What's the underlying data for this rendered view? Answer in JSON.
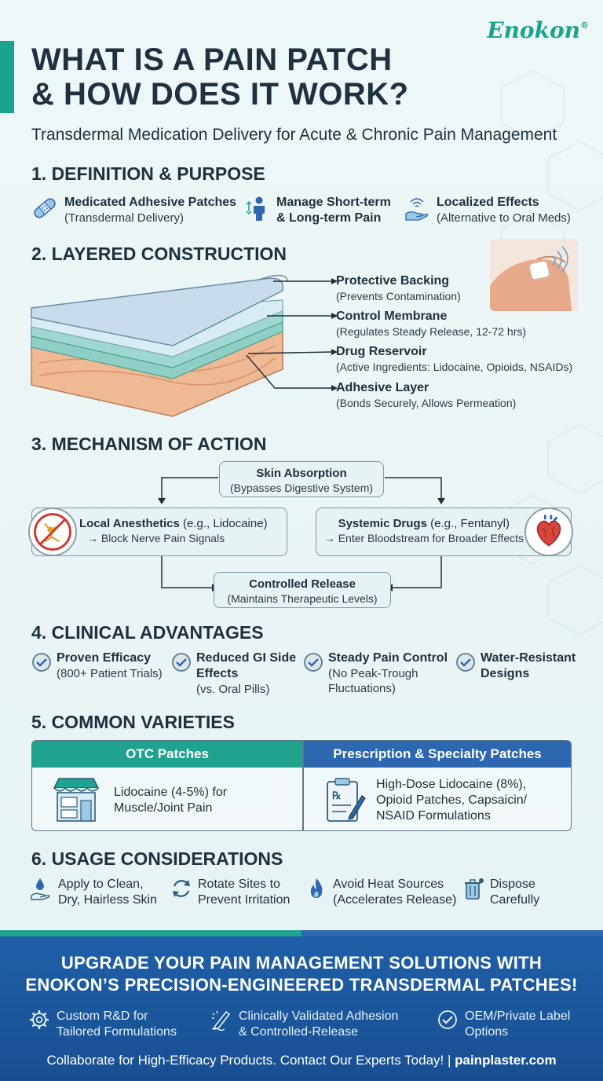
{
  "brand": {
    "name": "Enokon",
    "mark": "®"
  },
  "header": {
    "title_line1": "WHAT IS A PAIN PATCH",
    "title_line2": "& HOW DOES IT WORK?",
    "subtitle": "Transdermal Medication Delivery for Acute & Chronic Pain Management"
  },
  "definition": {
    "heading": "1. DEFINITION & PURPOSE",
    "items": [
      {
        "line1": "Medicated Adhesive Patches",
        "line2": "(Transdermal Delivery)",
        "icon": "bandage-icon"
      },
      {
        "line1": "Manage Short-term",
        "line2": "& Long-term Pain",
        "icon": "person-icon"
      },
      {
        "line1": "Localized Effects",
        "line2": "(Alternative to Oral Meds)",
        "icon": "hand-waves-icon"
      }
    ]
  },
  "construction": {
    "heading": "2. LAYERED CONSTRUCTION",
    "layers": [
      {
        "name": "Protective Backing",
        "desc": "(Prevents Contamination)"
      },
      {
        "name": "Control Membrane",
        "desc": "(Regulates Steady Release, 12-72 hrs)"
      },
      {
        "name": "Drug Reservoir",
        "desc": "(Active Ingredients: Lidocaine, Opioids, NSAIDs)"
      },
      {
        "name": "Adhesive Layer",
        "desc": "(Bonds Securely, Allows Permeation)"
      }
    ]
  },
  "mechanism": {
    "heading": "3. MECHANISM OF ACTION",
    "absorption": {
      "title": "Skin Absorption",
      "desc": "(Bypasses Digestive System)"
    },
    "local": {
      "title": "Local Anesthetics",
      "title_suffix": " (e.g., Lidocaine)",
      "desc": "→ Block Nerve Pain Signals"
    },
    "systemic": {
      "title": "Systemic Drugs",
      "title_suffix": " (e.g., Fentanyl)",
      "desc": "→ Enter Bloodstream for Broader Effects"
    },
    "release": {
      "title": "Controlled Release",
      "desc": "(Maintains Therapeutic Levels)"
    }
  },
  "advantages": {
    "heading": "4. CLINICAL ADVANTAGES",
    "items": [
      {
        "line1": "Proven Efficacy",
        "line2": "",
        "line3": "(800+ Patient Trials)",
        "line4": ""
      },
      {
        "line1": "Reduced GI Side",
        "line2": "Effects",
        "line3": "(vs. Oral Pills)",
        "line4": ""
      },
      {
        "line1": "Steady Pain Control",
        "line2": "",
        "line3": "(No Peak-Trough",
        "line4": "Fluctuations)"
      },
      {
        "line1": "Water-Resistant",
        "line2": "Designs",
        "line3": "",
        "line4": ""
      }
    ]
  },
  "varieties": {
    "heading": "5. COMMON VARIETIES",
    "otc": {
      "header": "OTC Patches",
      "line1": "Lidocaine (4-5%) for",
      "line2": "Muscle/Joint Pain"
    },
    "rx": {
      "header": "Prescription & Specialty Patches",
      "line1": "High-Dose Lidocaine (8%),",
      "line2": "Opioid Patches, Capsaicin/",
      "line3": "NSAID Formulations"
    }
  },
  "usage": {
    "heading": "6. USAGE CONSIDERATIONS",
    "items": [
      {
        "line1": "Apply to Clean,",
        "line2": "Dry, Hairless Skin",
        "icon": "drop-hand-icon"
      },
      {
        "line1": "Rotate Sites to",
        "line2": "Prevent Irritation",
        "icon": "rotate-icon"
      },
      {
        "line1": "Avoid Heat Sources",
        "line2": "(Accelerates Release)",
        "icon": "flame-icon"
      },
      {
        "line1": "Dispose",
        "line2": "Carefully",
        "icon": "trash-icon"
      }
    ]
  },
  "footer": {
    "cta_line1": "UPGRADE YOUR PAIN MANAGEMENT SOLUTIONS WITH",
    "cta_line2": "ENOKON’S PRECISION-ENGINEERED TRANSDERMAL PATCHES!",
    "features": [
      {
        "line1": "Custom R&D for",
        "line2": "Tailored Formulations",
        "icon": "gear-icon"
      },
      {
        "line1": "Clinically Validated Adhesion",
        "line2": "& Controlled-Release",
        "icon": "pen-icon"
      },
      {
        "line1": "OEM/Private Label",
        "line2": "Options",
        "icon": "check-circle-icon"
      }
    ],
    "contact_text": "Collaborate for High-Efficacy Products. Contact Our Experts Today! | ",
    "website": "painplaster.com"
  },
  "colors": {
    "teal": "#1fa38e",
    "blue": "#2d67b0",
    "dark": "#1f2f3c"
  }
}
